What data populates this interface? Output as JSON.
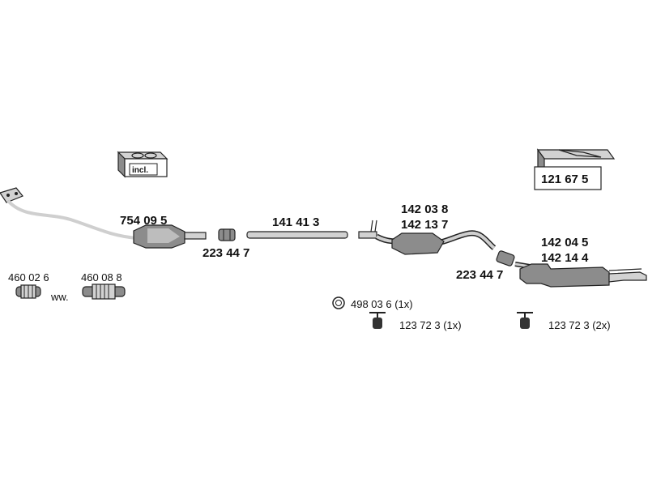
{
  "labels": {
    "catalyst": "754 09 5",
    "pipe_mid": "141 41 3",
    "clamp_left": "223 44 7",
    "clamp_right": "223 44 7",
    "middle_silencer_a": "142 03 8",
    "middle_silencer_b": "142 13 7",
    "rear_silencer_a": "142 04 5",
    "rear_silencer_b": "142 14 4",
    "flex_a": "460 02 6",
    "flex_b": "460 08 8",
    "ww": "ww.",
    "ring": "498 03 6  (1x)",
    "hanger_1": "123 72 3 (1x)",
    "hanger_2": "123 72 3 (2x)",
    "kit_incl": "incl.",
    "kit_box": "121 67 5"
  },
  "icons": {
    "kit_incl": "assembly-kit-icon",
    "kit_box": "parts-box-icon",
    "ring": "rubber-ring-icon",
    "hanger": "rubber-hanger-icon"
  }
}
